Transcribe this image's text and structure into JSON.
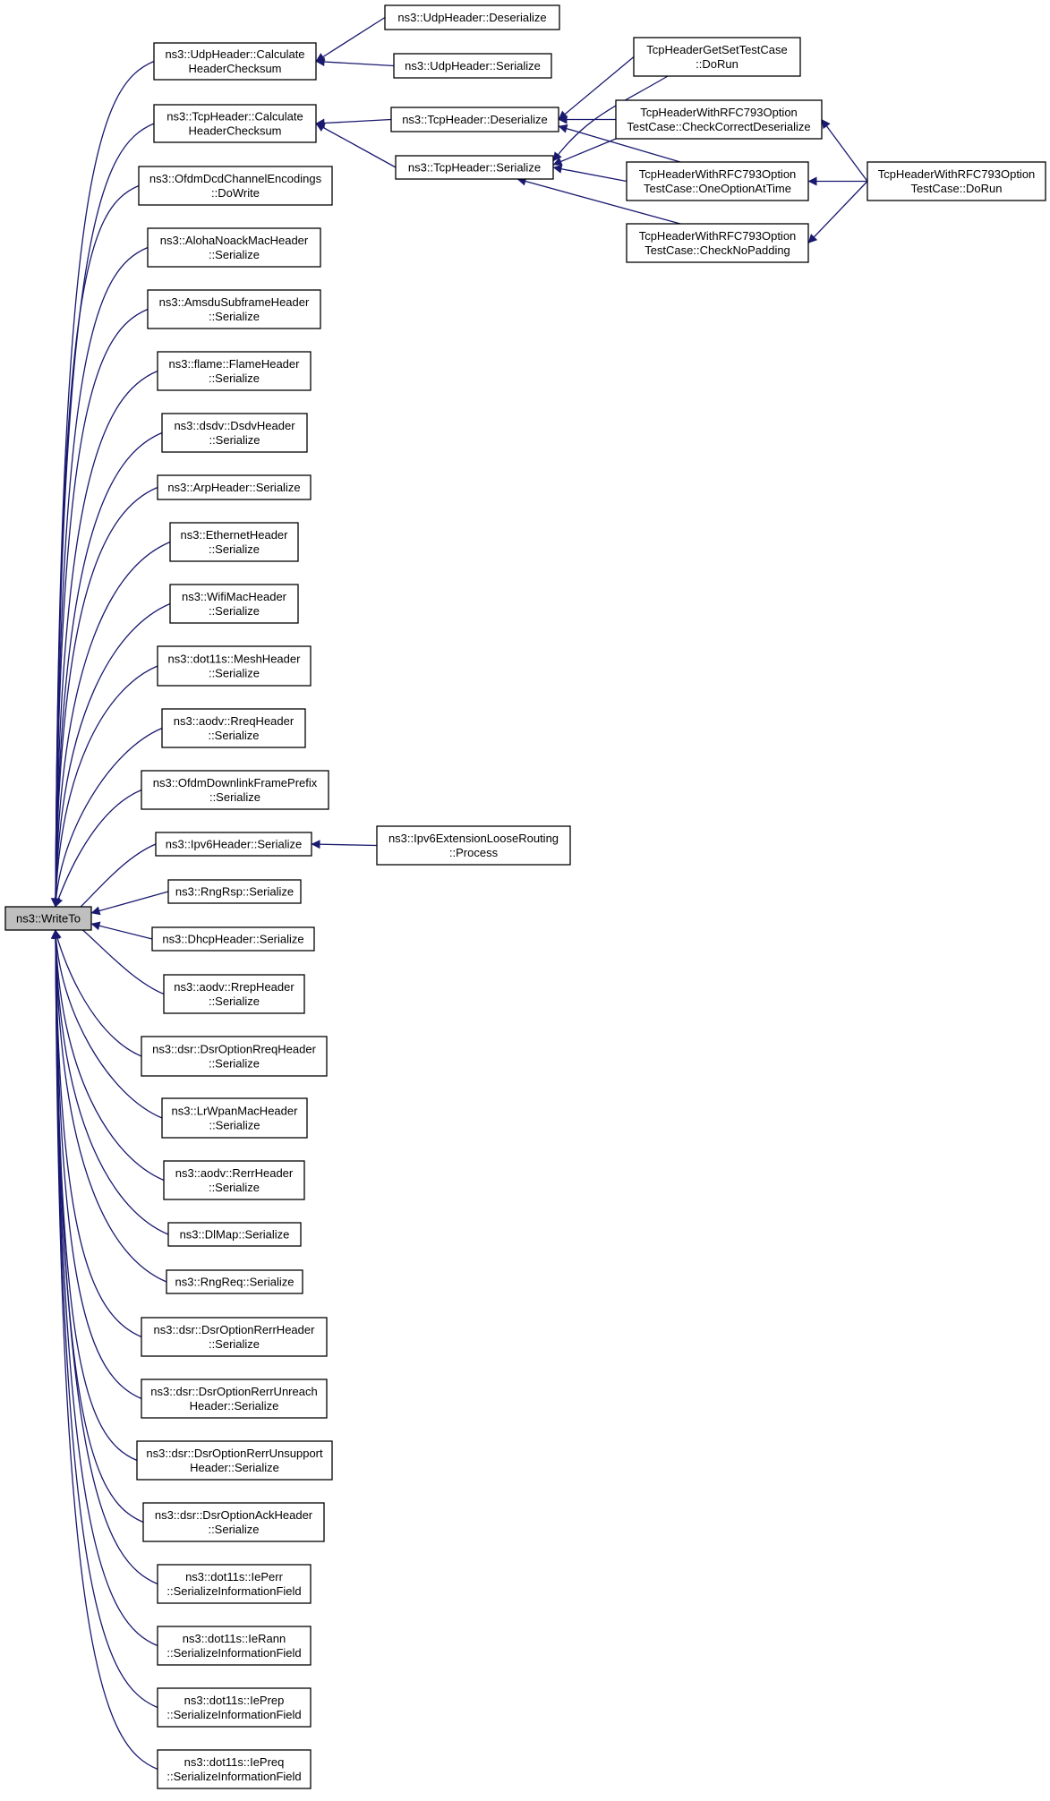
{
  "graph": {
    "edge_color": "#191970",
    "root_fill": "#bfbfbf",
    "nodes": [
      {
        "id": "writeto",
        "lines": [
          "ns3::WriteTo"
        ]
      },
      {
        "id": "udp_calc",
        "lines": [
          "ns3::UdpHeader::Calculate",
          "HeaderChecksum"
        ]
      },
      {
        "id": "tcp_calc",
        "lines": [
          "ns3::TcpHeader::Calculate",
          "HeaderChecksum"
        ]
      },
      {
        "id": "ofdm_dcd",
        "lines": [
          "ns3::OfdmDcdChannelEncodings",
          "::DoWrite"
        ]
      },
      {
        "id": "aloha",
        "lines": [
          "ns3::AlohaNoackMacHeader",
          "::Serialize"
        ]
      },
      {
        "id": "amsdu",
        "lines": [
          "ns3::AmsduSubframeHeader",
          "::Serialize"
        ]
      },
      {
        "id": "flame",
        "lines": [
          "ns3::flame::FlameHeader",
          "::Serialize"
        ]
      },
      {
        "id": "dsdv",
        "lines": [
          "ns3::dsdv::DsdvHeader",
          "::Serialize"
        ]
      },
      {
        "id": "arp",
        "lines": [
          "ns3::ArpHeader::Serialize"
        ]
      },
      {
        "id": "ethernet",
        "lines": [
          "ns3::EthernetHeader",
          "::Serialize"
        ]
      },
      {
        "id": "wifimac",
        "lines": [
          "ns3::WifiMacHeader",
          "::Serialize"
        ]
      },
      {
        "id": "mesh",
        "lines": [
          "ns3::dot11s::MeshHeader",
          "::Serialize"
        ]
      },
      {
        "id": "rreq",
        "lines": [
          "ns3::aodv::RreqHeader",
          "::Serialize"
        ]
      },
      {
        "id": "ofdm_dl",
        "lines": [
          "ns3::OfdmDownlinkFramePrefix",
          "::Serialize"
        ]
      },
      {
        "id": "ipv6",
        "lines": [
          "ns3::Ipv6Header::Serialize"
        ]
      },
      {
        "id": "rngrsp",
        "lines": [
          "ns3::RngRsp::Serialize"
        ]
      },
      {
        "id": "dhcp",
        "lines": [
          "ns3::DhcpHeader::Serialize"
        ]
      },
      {
        "id": "rrep",
        "lines": [
          "ns3::aodv::RrepHeader",
          "::Serialize"
        ]
      },
      {
        "id": "dsr_rreq",
        "lines": [
          "ns3::dsr::DsrOptionRreqHeader",
          "::Serialize"
        ]
      },
      {
        "id": "lrwpan",
        "lines": [
          "ns3::LrWpanMacHeader",
          "::Serialize"
        ]
      },
      {
        "id": "rerr",
        "lines": [
          "ns3::aodv::RerrHeader",
          "::Serialize"
        ]
      },
      {
        "id": "dlmap",
        "lines": [
          "ns3::DlMap::Serialize"
        ]
      },
      {
        "id": "rngreq",
        "lines": [
          "ns3::RngReq::Serialize"
        ]
      },
      {
        "id": "dsr_rerr",
        "lines": [
          "ns3::dsr::DsrOptionRerrHeader",
          "::Serialize"
        ]
      },
      {
        "id": "dsr_unreach",
        "lines": [
          "ns3::dsr::DsrOptionRerrUnreach",
          "Header::Serialize"
        ]
      },
      {
        "id": "dsr_unsupport",
        "lines": [
          "ns3::dsr::DsrOptionRerrUnsupport",
          "Header::Serialize"
        ]
      },
      {
        "id": "dsr_ack",
        "lines": [
          "ns3::dsr::DsrOptionAckHeader",
          "::Serialize"
        ]
      },
      {
        "id": "ieperr",
        "lines": [
          "ns3::dot11s::IePerr",
          "::SerializeInformationField"
        ]
      },
      {
        "id": "ierann",
        "lines": [
          "ns3::dot11s::IeRann",
          "::SerializeInformationField"
        ]
      },
      {
        "id": "ieprep",
        "lines": [
          "ns3::dot11s::IePrep",
          "::SerializeInformationField"
        ]
      },
      {
        "id": "iepreq",
        "lines": [
          "ns3::dot11s::IePreq",
          "::SerializeInformationField"
        ]
      },
      {
        "id": "udp_deser",
        "lines": [
          "ns3::UdpHeader::Deserialize"
        ]
      },
      {
        "id": "udp_ser",
        "lines": [
          "ns3::UdpHeader::Serialize"
        ]
      },
      {
        "id": "tcp_deser",
        "lines": [
          "ns3::TcpHeader::Deserialize"
        ]
      },
      {
        "id": "tcp_ser",
        "lines": [
          "ns3::TcpHeader::Serialize"
        ]
      },
      {
        "id": "ipv6_loose",
        "lines": [
          "ns3::Ipv6ExtensionLooseRouting",
          "::Process"
        ]
      },
      {
        "id": "tc_getset",
        "lines": [
          "TcpHeaderGetSetTestCase",
          "::DoRun"
        ]
      },
      {
        "id": "tc_checkcorrect",
        "lines": [
          "TcpHeaderWithRFC793Option",
          "TestCase::CheckCorrectDeserialize"
        ]
      },
      {
        "id": "tc_oneoption",
        "lines": [
          "TcpHeaderWithRFC793Option",
          "TestCase::OneOptionAtTime"
        ]
      },
      {
        "id": "tc_nopadding",
        "lines": [
          "TcpHeaderWithRFC793Option",
          "TestCase::CheckNoPadding"
        ]
      },
      {
        "id": "tc_dorun",
        "lines": [
          "TcpHeaderWithRFC793Option",
          "TestCase::DoRun"
        ]
      }
    ],
    "edges": [
      {
        "from": "udp_calc",
        "to": "writeto"
      },
      {
        "from": "tcp_calc",
        "to": "writeto"
      },
      {
        "from": "ofdm_dcd",
        "to": "writeto"
      },
      {
        "from": "aloha",
        "to": "writeto"
      },
      {
        "from": "amsdu",
        "to": "writeto"
      },
      {
        "from": "flame",
        "to": "writeto"
      },
      {
        "from": "dsdv",
        "to": "writeto"
      },
      {
        "from": "arp",
        "to": "writeto"
      },
      {
        "from": "ethernet",
        "to": "writeto"
      },
      {
        "from": "wifimac",
        "to": "writeto"
      },
      {
        "from": "mesh",
        "to": "writeto"
      },
      {
        "from": "rreq",
        "to": "writeto"
      },
      {
        "from": "ofdm_dl",
        "to": "writeto"
      },
      {
        "from": "ipv6",
        "to": "writeto"
      },
      {
        "from": "rngrsp",
        "to": "writeto"
      },
      {
        "from": "dhcp",
        "to": "writeto"
      },
      {
        "from": "rrep",
        "to": "writeto"
      },
      {
        "from": "dsr_rreq",
        "to": "writeto"
      },
      {
        "from": "lrwpan",
        "to": "writeto"
      },
      {
        "from": "rerr",
        "to": "writeto"
      },
      {
        "from": "dlmap",
        "to": "writeto"
      },
      {
        "from": "rngreq",
        "to": "writeto"
      },
      {
        "from": "dsr_rerr",
        "to": "writeto"
      },
      {
        "from": "dsr_unreach",
        "to": "writeto"
      },
      {
        "from": "dsr_unsupport",
        "to": "writeto"
      },
      {
        "from": "dsr_ack",
        "to": "writeto"
      },
      {
        "from": "ieperr",
        "to": "writeto"
      },
      {
        "from": "ierann",
        "to": "writeto"
      },
      {
        "from": "ieprep",
        "to": "writeto"
      },
      {
        "from": "iepreq",
        "to": "writeto"
      },
      {
        "from": "udp_deser",
        "to": "udp_calc"
      },
      {
        "from": "udp_ser",
        "to": "udp_calc"
      },
      {
        "from": "tcp_deser",
        "to": "tcp_calc"
      },
      {
        "from": "tcp_ser",
        "to": "tcp_calc"
      },
      {
        "from": "ipv6_loose",
        "to": "ipv6"
      },
      {
        "from": "tc_getset",
        "to": "tcp_deser"
      },
      {
        "from": "tc_getset",
        "to": "tcp_ser"
      },
      {
        "from": "tc_checkcorrect",
        "to": "tcp_deser"
      },
      {
        "from": "tc_checkcorrect",
        "to": "tcp_ser"
      },
      {
        "from": "tc_oneoption",
        "to": "tcp_deser"
      },
      {
        "from": "tc_oneoption",
        "to": "tcp_ser"
      },
      {
        "from": "tc_nopadding",
        "to": "tcp_ser"
      },
      {
        "from": "tc_dorun",
        "to": "tc_checkcorrect"
      },
      {
        "from": "tc_dorun",
        "to": "tc_oneoption"
      },
      {
        "from": "tc_dorun",
        "to": "tc_nopadding"
      }
    ]
  }
}
